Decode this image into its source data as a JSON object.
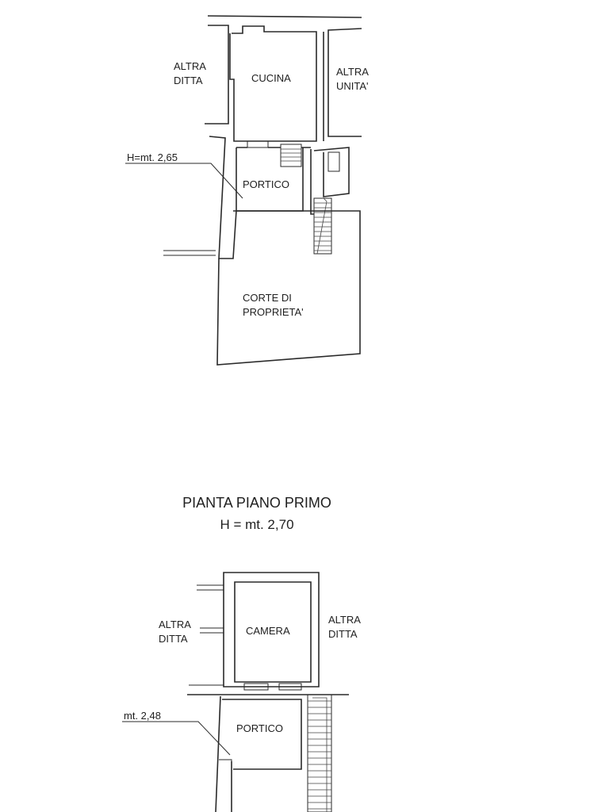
{
  "ground_floor": {
    "labels": {
      "altra_ditta": [
        "ALTRA",
        "DITTA"
      ],
      "cucina": "CUCINA",
      "altra_unita": [
        "ALTRA",
        "UNITA'"
      ],
      "height_callout": "H=mt. 2,65",
      "portico": "PORTICO",
      "corte": [
        "CORTE DI",
        "PROPRIETA'"
      ]
    }
  },
  "first_floor": {
    "title": "PIANTA PIANO PRIMO",
    "height": "H = mt. 2,70",
    "labels": {
      "altra_ditta_left": [
        "ALTRA",
        "DITTA"
      ],
      "camera": "CAMERA",
      "altra_ditta_right": [
        "ALTRA",
        "DITTA"
      ],
      "height_callout": "mt. 2,48",
      "portico": "PORTICO"
    }
  }
}
